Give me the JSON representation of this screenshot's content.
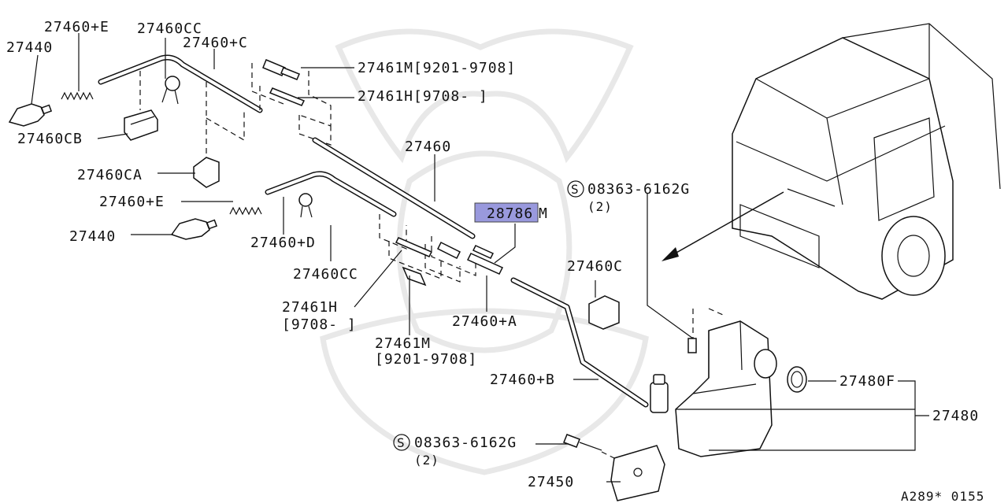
{
  "labels": {
    "l_27460E_top": "27460+E",
    "l_27440_top": "27440",
    "l_27460CC_top": "27460CC",
    "l_27460C_top": "27460+C",
    "l_27461M_top": "27461M[9201-9708]",
    "l_27461H_top": "27461H[9708-   ]",
    "l_27460CB": "27460CB",
    "l_27460CA": "27460CA",
    "l_27460": "27460",
    "l_bolt_top": "08363-6162G",
    "l_bolt_top_qty": "(2)",
    "l_28786M_hl": "28786",
    "l_28786M_tail": "M",
    "l_27460E_mid": "27460+E",
    "l_27440_mid": "27440",
    "l_27460D": "27460+D",
    "l_27460CC_mid": "27460CC",
    "l_27460C_right": "27460C",
    "l_27461H_mid": "27461H",
    "l_27461H_mid_range": "[9708-   ]",
    "l_27460A": "27460+A",
    "l_27461M_mid": "27461M",
    "l_27461M_mid_range": "[9201-9708]",
    "l_27460B": "27460+B",
    "l_27480F": "27480F",
    "l_27480": "27480",
    "l_bolt_bot": "08363-6162G",
    "l_bolt_bot_qty": "(2)",
    "l_27450": "27450",
    "footer_code": "A289* 0155",
    "screw_symbol": "S"
  },
  "colors": {
    "highlight": "#9999dd",
    "line": "#111111",
    "watermark": "#e8e8e8"
  }
}
